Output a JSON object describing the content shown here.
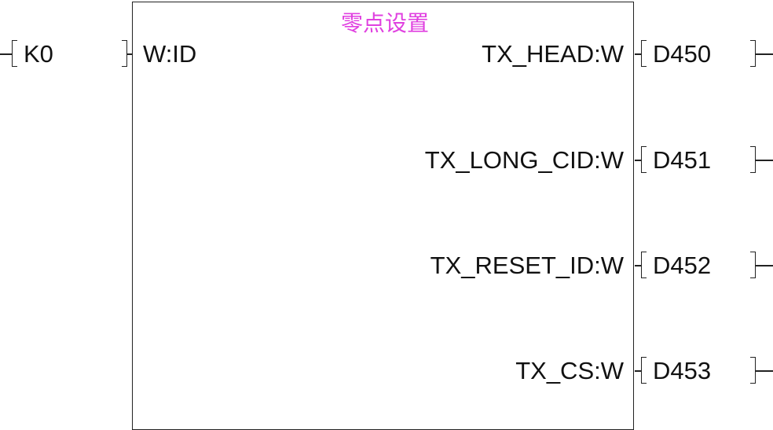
{
  "block": {
    "title": "零点设置"
  },
  "inputs": [
    {
      "operand": "K0",
      "pin": "W:ID"
    }
  ],
  "outputs": [
    {
      "pin": "TX_HEAD:W",
      "operand": "D450"
    },
    {
      "pin": "TX_LONG_CID:W",
      "operand": "D451"
    },
    {
      "pin": "TX_RESET_ID:W",
      "operand": "D452"
    },
    {
      "pin": "TX_CS:W",
      "operand": "D453"
    }
  ],
  "colors": {
    "title": "#e040e0",
    "line": "#222222"
  }
}
